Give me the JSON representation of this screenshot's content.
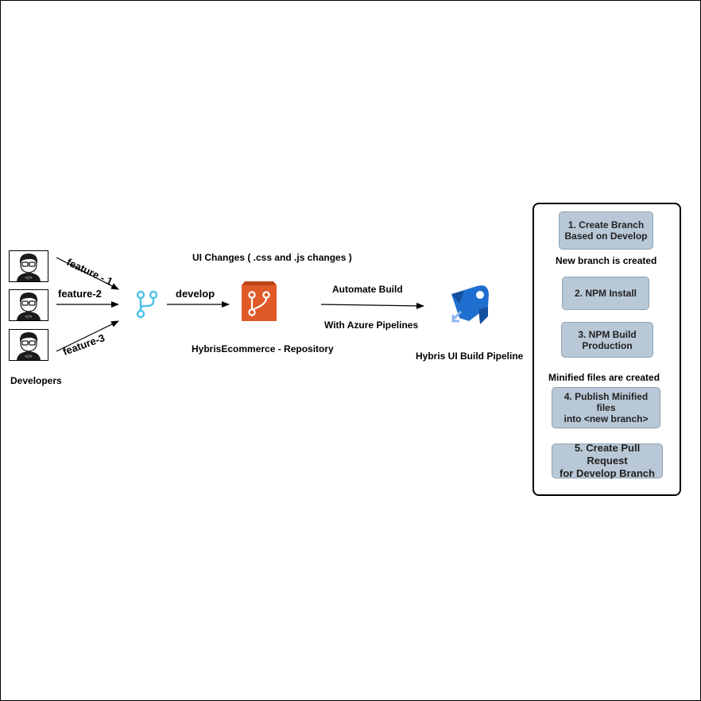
{
  "developers": {
    "label": "Developers",
    "icons": [
      "developer-icon",
      "developer-icon",
      "developer-icon"
    ]
  },
  "branches": {
    "feature_1": "feature - 1",
    "feature_2": "feature-2",
    "feature_3": "feature-3",
    "develop": "develop"
  },
  "repository": {
    "changes_label": "UI Changes ( .css and .js changes )",
    "name": "HybrisEcommerce - Repository",
    "icon": "azure-repos-icon",
    "color": "#e05a28"
  },
  "git_icon": {
    "icon": "git-branch-icon",
    "color": "#4cc2e8"
  },
  "pipeline": {
    "automate": "Automate Build",
    "with": "With Azure Pipelines",
    "name": "Hybris UI Build Pipeline",
    "icon": "azure-pipelines-icon",
    "color": "#1f6fd0"
  },
  "steps": {
    "s1": "1. Create Branch\nBased on Develop",
    "note1": "New branch is created",
    "s2": "2. NPM Install",
    "s3": "3. NPM Build\nProduction",
    "note2": "Minified files are created",
    "s4": "4. Publish Minified files\ninto <new branch>",
    "s5": "5. Create Pull Request\nfor Develop Branch",
    "fill": "#b8c8d6"
  }
}
